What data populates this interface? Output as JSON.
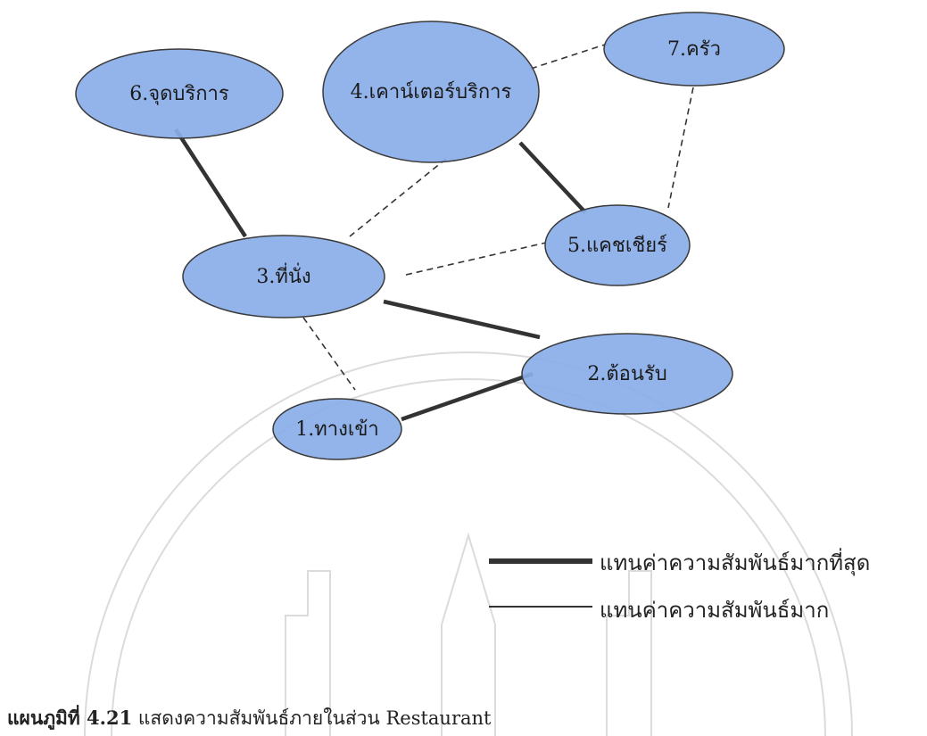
{
  "diagram": {
    "nodes": [
      {
        "id": "n1",
        "label": "1.ทางเข้า"
      },
      {
        "id": "n2",
        "label": "2.ต้อนรับ"
      },
      {
        "id": "n3",
        "label": "3.ที่นั่ง"
      },
      {
        "id": "n4",
        "label": "4.เคาน์เตอร์บริการ"
      },
      {
        "id": "n5",
        "label": "5.แคชเชียร์"
      },
      {
        "id": "n6",
        "label": "6.จุดบริการ"
      },
      {
        "id": "n7",
        "label": "7.ครัว"
      }
    ],
    "edges": [
      {
        "from": "n6",
        "to": "n3",
        "type": "strongest"
      },
      {
        "from": "n4",
        "to": "n5",
        "type": "strongest"
      },
      {
        "from": "n3",
        "to": "n2",
        "type": "strongest"
      },
      {
        "from": "n1",
        "to": "n2",
        "type": "strongest"
      },
      {
        "from": "n4",
        "to": "n7",
        "type": "dashed"
      },
      {
        "from": "n7",
        "to": "n5",
        "type": "dashed"
      },
      {
        "from": "n4",
        "to": "n3",
        "type": "dashed"
      },
      {
        "from": "n3",
        "to": "n5",
        "type": "dashed"
      },
      {
        "from": "n3",
        "to": "n1",
        "type": "dashed"
      }
    ]
  },
  "legend": {
    "strongest_label": "แทนค่าความสัมพันธ์มากที่สุด",
    "strong_label": "แทนค่าความสัมพันธ์มาก"
  },
  "caption": {
    "number": "แผนภูมิที่ 4.21",
    "text": "แสดงความสัมพันธ์ภายในส่วน Restaurant"
  },
  "colors": {
    "node_fill": "#8aaee8",
    "node_stroke": "#3a3a3a",
    "edge": "#333333"
  }
}
